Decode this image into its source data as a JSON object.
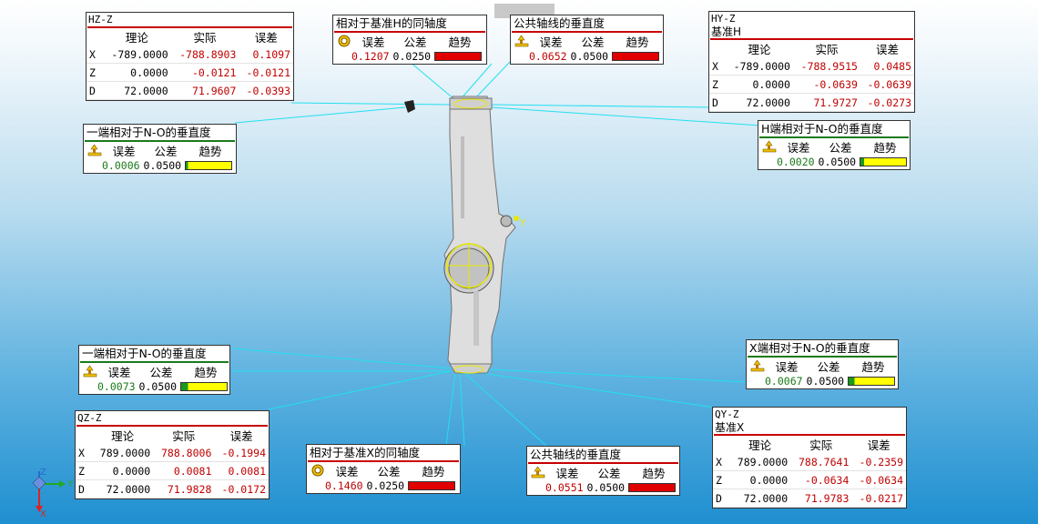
{
  "boxes": {
    "hz": {
      "header": "HZ-Z",
      "cols": [
        "理论",
        "实际",
        "误差"
      ],
      "rows": [
        [
          "X",
          "-789.0000",
          "-788.8903",
          "0.1097"
        ],
        [
          "Z",
          "0.0000",
          "-0.0121",
          "-0.0121"
        ],
        [
          "D",
          "72.0000",
          "71.9607",
          "-0.0393"
        ]
      ]
    },
    "hy": {
      "header": "HY-Z",
      "sub": "基准H",
      "cols": [
        "理论",
        "实际",
        "误差"
      ],
      "rows": [
        [
          "X",
          "-789.0000",
          "-788.9515",
          "0.0485"
        ],
        [
          "Z",
          "0.0000",
          "-0.0639",
          "-0.0639"
        ],
        [
          "D",
          "72.0000",
          "71.9727",
          "-0.0273"
        ]
      ]
    },
    "qz": {
      "header": "QZ-Z",
      "cols": [
        "理论",
        "实际",
        "误差"
      ],
      "rows": [
        [
          "X",
          "789.0000",
          "788.8006",
          "-0.1994"
        ],
        [
          "Z",
          "0.0000",
          "0.0081",
          "0.0081"
        ],
        [
          "D",
          "72.0000",
          "71.9828",
          "-0.0172"
        ]
      ]
    },
    "qy": {
      "header": "QY-Z",
      "sub": "基准X",
      "cols": [
        "理论",
        "实际",
        "误差"
      ],
      "rows": [
        [
          "X",
          "789.0000",
          "788.7641",
          "-0.2359"
        ],
        [
          "Z",
          "0.0000",
          "-0.0634",
          "-0.0634"
        ],
        [
          "D",
          "72.0000",
          "71.9783",
          "-0.0217"
        ]
      ]
    }
  },
  "tols": {
    "coax_h": {
      "title": "相对于基准H的同轴度",
      "icon": "coaxiality-icon",
      "cols": [
        "误差",
        "公差",
        "趋势"
      ],
      "error": "0.1207",
      "tol": "0.0250",
      "trend": 1.0,
      "color": "#e00000",
      "ecolor": "#c00000"
    },
    "perp_top": {
      "title": "公共轴线的垂直度",
      "icon": "perpendicularity-icon",
      "cols": [
        "误差",
        "公差",
        "趋势"
      ],
      "error": "0.0652",
      "tol": "0.0500",
      "trend": 1.0,
      "color": "#e00000",
      "ecolor": "#c00000"
    },
    "perp_left_top": {
      "title": "一端相对于N-O的垂直度",
      "icon": "perpendicularity-icon",
      "cols": [
        "误差",
        "公差",
        "趋势"
      ],
      "error": "0.0006",
      "tol": "0.0500",
      "trend": 0.05,
      "color": "#ffff00",
      "ecolor": "#1a7a1a"
    },
    "perp_h": {
      "title": "H端相对于N-O的垂直度",
      "icon": "perpendicularity-icon",
      "cols": [
        "误差",
        "公差",
        "趋势"
      ],
      "error": "0.0020",
      "tol": "0.0500",
      "trend": 0.08,
      "color": "#ffff00",
      "ecolor": "#1a7a1a"
    },
    "perp_left_bot": {
      "title": "一端相对于N-O的垂直度",
      "icon": "perpendicularity-icon",
      "cols": [
        "误差",
        "公差",
        "趋势"
      ],
      "error": "0.0073",
      "tol": "0.0500",
      "trend": 0.15,
      "color": "#ffff00",
      "ecolor": "#1a7a1a"
    },
    "perp_x": {
      "title": "X端相对于N-O的垂直度",
      "icon": "perpendicularity-icon",
      "cols": [
        "误差",
        "公差",
        "趋势"
      ],
      "error": "0.0067",
      "tol": "0.0500",
      "trend": 0.13,
      "color": "#ffff00",
      "ecolor": "#1a7a1a"
    },
    "coax_x": {
      "title": "相对于基准X的同轴度",
      "icon": "coaxiality-icon",
      "cols": [
        "误差",
        "公差",
        "趋势"
      ],
      "error": "0.1460",
      "tol": "0.0250",
      "trend": 1.0,
      "color": "#e00000",
      "ecolor": "#c00000"
    },
    "perp_bot": {
      "title": "公共轴线的垂直度",
      "icon": "perpendicularity-icon",
      "cols": [
        "误差",
        "公差",
        "趋势"
      ],
      "error": "0.0551",
      "tol": "0.0500",
      "trend": 1.0,
      "color": "#e00000",
      "ecolor": "#c00000"
    }
  },
  "model": {
    "axis_label": "Y"
  },
  "triad": {
    "x": "X",
    "y": "Y",
    "z": "Z"
  }
}
